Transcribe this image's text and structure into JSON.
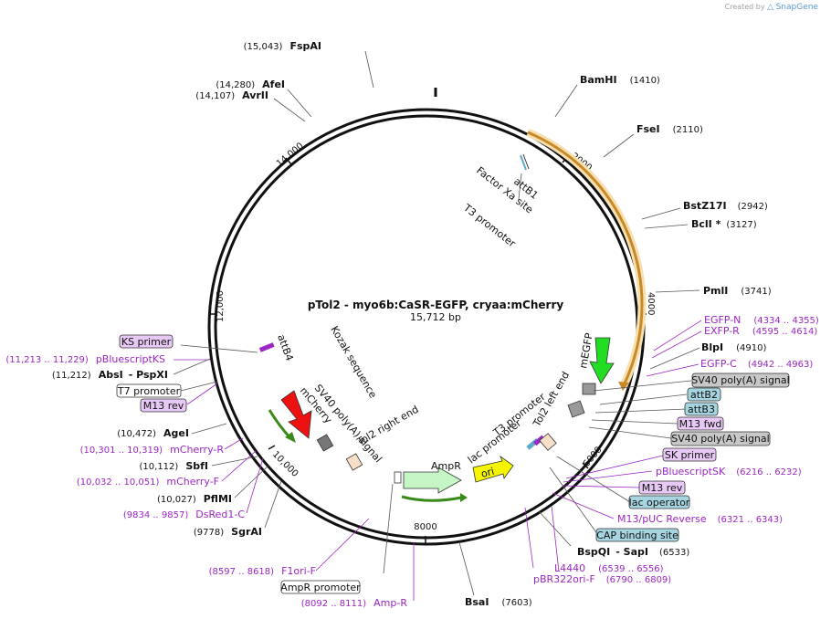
{
  "branding": {
    "created_by": "Created by",
    "logo_text": "SnapGene"
  },
  "plasmid": {
    "name": "pTol2 - myo6b:CaSR-EGFP, cryaa:mCherry",
    "length": "15,712 bp"
  },
  "tick_labels": [
    "2000",
    "4000",
    "6000",
    "8000",
    "10,000",
    "12,000",
    "14,000"
  ],
  "restriction_sites": [
    {
      "name": "FspAI",
      "pos": "(15,043)"
    },
    {
      "name": "AfeI",
      "pos": "(14,280)"
    },
    {
      "name": "AvrII",
      "pos": "(14,107)"
    },
    {
      "name": "BamHI",
      "pos": "(1410)"
    },
    {
      "name": "FseI",
      "pos": "(2110)"
    },
    {
      "name": "BstZ17I",
      "pos": "(2942)"
    },
    {
      "name": "BclI *",
      "pos": "(3127)"
    },
    {
      "name": "PmlI",
      "pos": "(3741)"
    },
    {
      "name": "BlpI",
      "pos": "(4910)"
    },
    {
      "name": "AbsI",
      "pos": "(11,212)"
    },
    {
      "name": "PspXI",
      "pos": ""
    },
    {
      "name": "AgeI",
      "pos": "(10,472)"
    },
    {
      "name": "SbfI",
      "pos": "(10,112)"
    },
    {
      "name": "PflMI",
      "pos": "(10,027)"
    },
    {
      "name": "SgrAI",
      "pos": "(9778)"
    },
    {
      "name": "BspQI",
      "pos": ""
    },
    {
      "name": "SapI",
      "pos": "(6533)"
    },
    {
      "name": "BsaI",
      "pos": "(7603)"
    }
  ],
  "primers": [
    {
      "name": "EGFP-N",
      "pos": "(4334 .. 4355)"
    },
    {
      "name": "EXFP-R",
      "pos": "(4595 .. 4614)"
    },
    {
      "name": "EGFP-C",
      "pos": "(4942 .. 4963)"
    },
    {
      "name": "pBluescriptKS",
      "pos": "(11,213 .. 11,229)"
    },
    {
      "name": "mCherry-R",
      "pos": "(10,301 .. 10,319)"
    },
    {
      "name": "mCherry-F",
      "pos": "(10,032 .. 10,051)"
    },
    {
      "name": "DsRed1-C",
      "pos": "(9834 .. 9857)"
    },
    {
      "name": "F1ori-F",
      "pos": "(8597 .. 8618)"
    },
    {
      "name": "Amp-R",
      "pos": "(8092 .. 8111)"
    },
    {
      "name": "pBluescriptSK",
      "pos": "(6216 .. 6232)"
    },
    {
      "name": "M13/pUC Reverse",
      "pos": "(6321 .. 6343)"
    },
    {
      "name": "L4440",
      "pos": "(6539 .. 6556)"
    },
    {
      "name": "pBR322ori-F",
      "pos": "(6790 .. 6809)"
    }
  ],
  "boxed_labels": [
    {
      "text": "KS primer",
      "kind": "primer"
    },
    {
      "text": "T7 promoter",
      "kind": "promoter"
    },
    {
      "text": "M13 rev",
      "kind": "primer"
    },
    {
      "text": "SV40 poly(A) signal",
      "kind": "polyA"
    },
    {
      "text": "attB2",
      "kind": "misc"
    },
    {
      "text": "attB3",
      "kind": "misc"
    },
    {
      "text": "M13 fwd",
      "kind": "primer"
    },
    {
      "text": "SV40 poly(A) signal",
      "kind": "polyA"
    },
    {
      "text": "SK primer",
      "kind": "primer"
    },
    {
      "text": "M13 rev",
      "kind": "primer"
    },
    {
      "text": "lac operator",
      "kind": "misc"
    },
    {
      "text": "CAP binding site",
      "kind": "misc"
    },
    {
      "text": "AmpR promoter",
      "kind": "promoter"
    }
  ],
  "inner_features": [
    "attB1",
    "Factor Xa site",
    "T3 promoter",
    "attB4",
    "Kozak sequence",
    "SV40 poly(A) signal",
    "mCherry",
    "Tol2 right end",
    "AmpR",
    "lac promoter",
    "T3 promoter",
    "Tol2 left end",
    "mEGFP",
    "ori"
  ],
  "colors": {
    "primer_fill": "#e8c8f4",
    "primer_stroke": "#9b26c4",
    "misc_fill": "#a6d4e0",
    "polyA_fill": "#c8c8c8",
    "promoter_fill": "#ffffff",
    "cds_orange": "#e8a040",
    "mEGFP": "#22dd22",
    "mCherry": "#ee1111",
    "ampR": "#c6f5c6",
    "ori": "#f5f500"
  }
}
